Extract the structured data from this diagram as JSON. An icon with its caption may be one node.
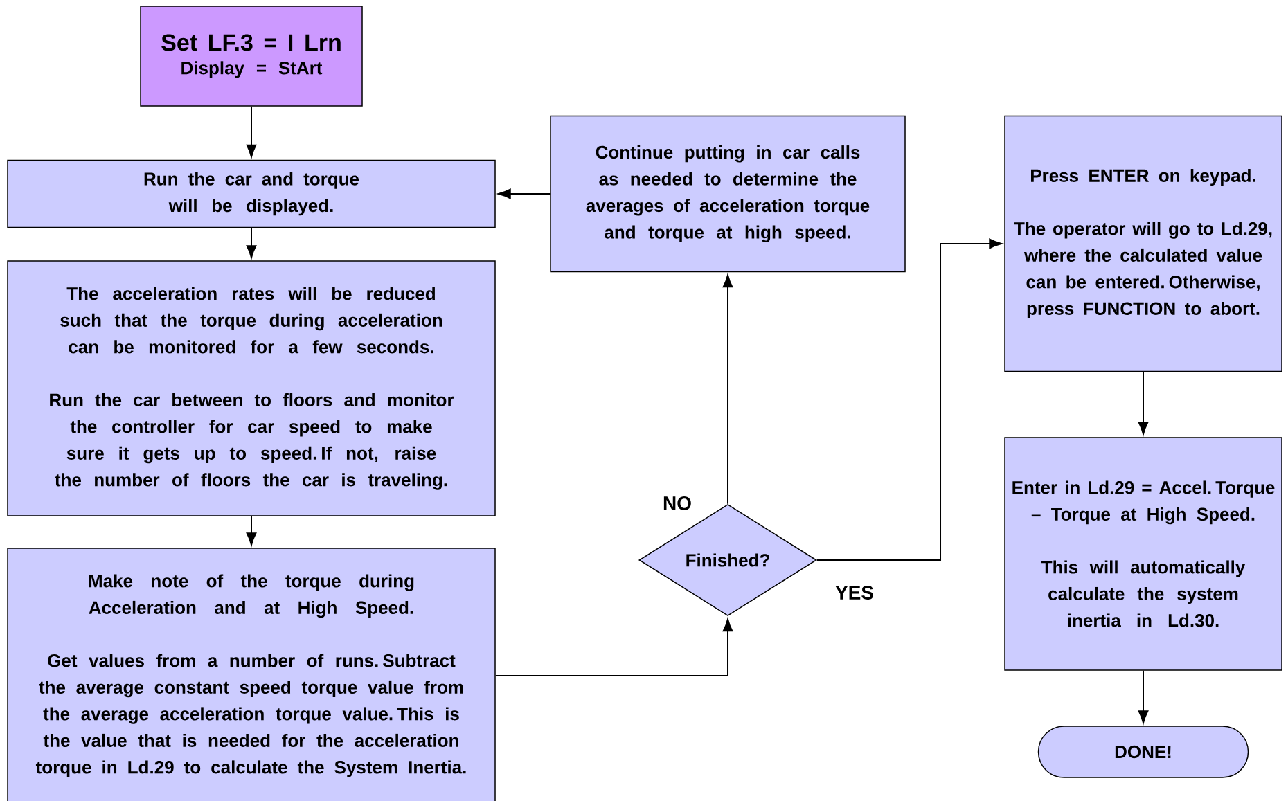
{
  "diagram": {
    "nodes": [
      {
        "text": [
          "Set LF.3 = I Lrn",
          "Display = StArt"
        ]
      },
      {
        "text": [
          "Run the car and torque will be displayed."
        ]
      },
      {
        "text": [
          "The acceleration rates will be reduced such that the torque during acceleration can be monitored for a few seconds.",
          "Run the car between to floors and monitor the controller for car speed to make sure it gets up to speed. If not, raise the number of floors the car is traveling."
        ]
      },
      {
        "text": [
          "Make note of the torque during Acceleration and at High Speed.",
          "Get values from a number of runs. Subtract the average constant speed torque value from the average acceleration torque value. This is the value that is needed for the acceleration torque in Ld.29 to calculate the System Inertia."
        ]
      },
      {
        "text": [
          "Continue putting in car calls as needed to determine the averages of acceleration torque and torque at high speed."
        ]
      },
      {
        "text": [
          "Finished?"
        ]
      },
      {
        "text": [
          "Press ENTER on keypad.",
          "The operator will go to Ld.29, where the calculated value can be entered. Otherwise, press FUNCTION to abort."
        ]
      },
      {
        "text": [
          "Enter in Ld.29 = Accel. Torque – Torque at High Speed.",
          "This will automatically calculate the system inertia in Ld.30."
        ]
      },
      {
        "text": [
          "DONE!"
        ]
      }
    ],
    "edges": [
      {
        "from": 0,
        "to": 1,
        "arrow": "to"
      },
      {
        "from": 1,
        "to": 2,
        "arrow": "to"
      },
      {
        "from": 2,
        "to": 3,
        "arrow": "to"
      },
      {
        "from": 3,
        "to": 5,
        "arrow": "to"
      },
      {
        "from": 5,
        "to": 4,
        "arrow": "to",
        "label": "NO"
      },
      {
        "from": 4,
        "to": 1,
        "arrow": "to"
      },
      {
        "from": 5,
        "to": 6,
        "arrow": "to",
        "label": "YES"
      },
      {
        "from": 6,
        "to": 7,
        "arrow": "to"
      },
      {
        "from": 7,
        "to": 8,
        "arrow": "to"
      }
    ]
  }
}
